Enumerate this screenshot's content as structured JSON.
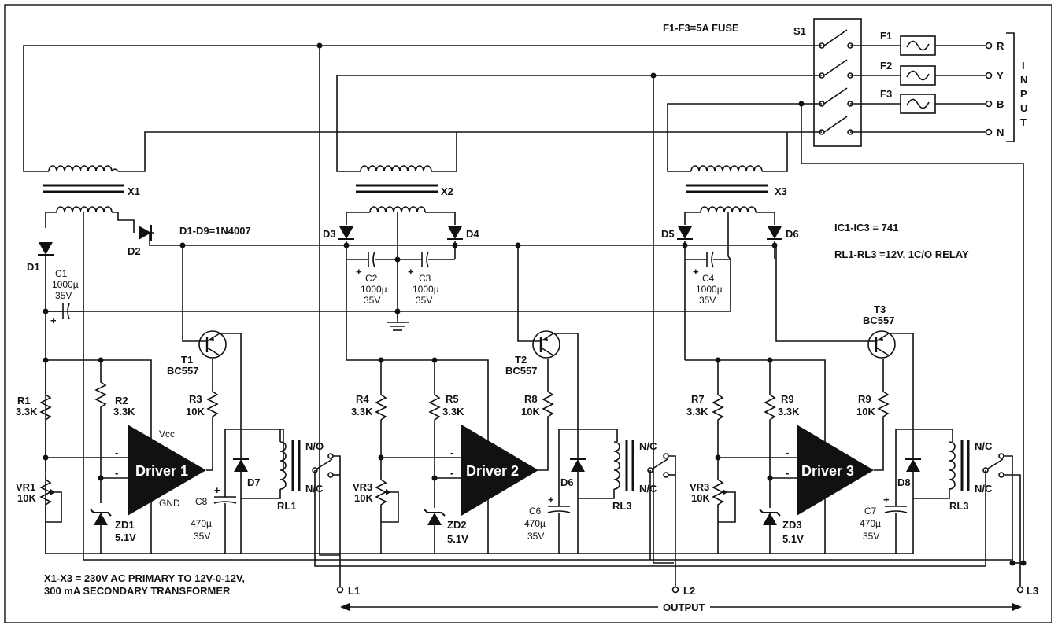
{
  "notes": {
    "fuse": "F1-F3=5A FUSE",
    "diodes": "D1-D9=1N4007",
    "ics": "IC1-IC3 = 741",
    "relays": "RL1-RL3 =12V, 1C/O RELAY",
    "transformer_line1": "X1-X3 = 230V AC PRIMARY TO 12V-0-12V,",
    "transformer_line2": "300 mA SECONDARY TRANSFORMER"
  },
  "input": {
    "title_letters": [
      "I",
      "N",
      "P",
      "U",
      "T"
    ],
    "switch": "S1",
    "lines": [
      {
        "fuse": "F1",
        "terminal": "R"
      },
      {
        "fuse": "F2",
        "terminal": "Y"
      },
      {
        "fuse": "F3",
        "terminal": "B"
      },
      {
        "fuse": "",
        "terminal": "N"
      }
    ]
  },
  "output": {
    "label": "OUTPUT",
    "terminals": [
      "L1",
      "L2",
      "L3"
    ]
  },
  "transformers": [
    "X1",
    "X2",
    "X3"
  ],
  "diodes": [
    "D1",
    "D2",
    "D3",
    "D4",
    "D5",
    "D6",
    "D7",
    "D6",
    "D8"
  ],
  "capacitors": {
    "c1": {
      "name": "C1",
      "value": "1000µ",
      "volt": "35V"
    },
    "c2": {
      "name": "C2",
      "value": "1000µ",
      "volt": "35V"
    },
    "c3": {
      "name": "C3",
      "value": "1000µ",
      "volt": "35V"
    },
    "c4": {
      "name": "C4",
      "value": "1000µ",
      "volt": "35V"
    },
    "c8": {
      "name": "C8",
      "value": "470µ",
      "volt": "35V"
    },
    "c6": {
      "name": "C6",
      "value": "470µ",
      "volt": "35V"
    },
    "c7": {
      "name": "C7",
      "value": "470µ",
      "volt": "35V"
    }
  },
  "resistors": {
    "r1": {
      "name": "R1",
      "value": "3.3K"
    },
    "r2": {
      "name": "R2",
      "value": "3.3K"
    },
    "r3": {
      "name": "R3",
      "value": "10K"
    },
    "r4": {
      "name": "R4",
      "value": "3.3K"
    },
    "r5": {
      "name": "R5",
      "value": "3.3K"
    },
    "r8": {
      "name": "R8",
      "value": "10K"
    },
    "r7": {
      "name": "R7",
      "value": "3.3K"
    },
    "r9a": {
      "name": "R9",
      "value": "3.3K"
    },
    "r9b": {
      "name": "R9",
      "value": "10K"
    }
  },
  "pots": {
    "vr1": {
      "name": "VR1",
      "value": "10K"
    },
    "vr3a": {
      "name": "VR3",
      "value": "10K"
    },
    "vr3b": {
      "name": "VR3",
      "value": "10K"
    }
  },
  "zeners": {
    "zd1": {
      "name": "ZD1",
      "value": "5.1V"
    },
    "zd2": {
      "name": "ZD2",
      "value": "5.1V"
    },
    "zd3": {
      "name": "ZD3",
      "value": "5.1V"
    }
  },
  "transistors": {
    "t1": {
      "name": "T1",
      "part": "BC557"
    },
    "t2": {
      "name": "T2",
      "part": "BC557"
    },
    "t3": {
      "name": "T3",
      "part": "BC557"
    }
  },
  "drivers": {
    "d1": {
      "label": "Driver 1",
      "vcc": "Vcc",
      "gnd": "GND"
    },
    "d2": {
      "label": "Driver 2"
    },
    "d3": {
      "label": "Driver 3"
    }
  },
  "relays": {
    "rl1": {
      "name": "RL1",
      "contact_top": "N/O",
      "contact_bottom": "N/C"
    },
    "rl2": {
      "name": "RL3",
      "contact_top": "N/C",
      "contact_bottom": "N/C"
    },
    "rl3": {
      "name": "RL3",
      "contact_top": "N/C",
      "contact_bottom": "N/C"
    }
  },
  "symbols": {
    "plus": "+",
    "minus": "-"
  }
}
